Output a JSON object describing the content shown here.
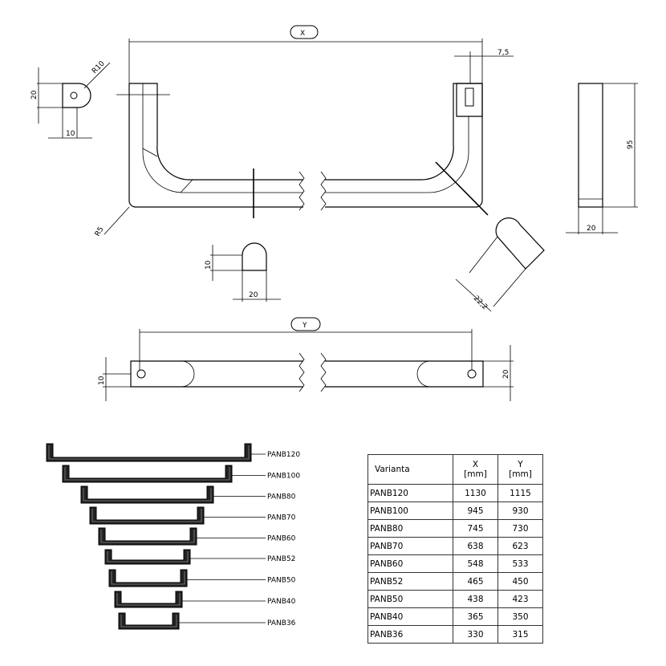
{
  "dimensions": {
    "x_label": "X",
    "y_label": "Y",
    "r10": "R10",
    "d20_left": "20",
    "d10_left": "10",
    "d7_5": "7,5",
    "r5": "R5",
    "d95": "95",
    "d20_side": "20",
    "d10_section": "10",
    "d20_section": "20",
    "d22_2": "22,2",
    "d10_top": "10",
    "d20_top": "20"
  },
  "profiles": [
    "PANB120",
    "PANB100",
    "PANB80",
    "PANB70",
    "PANB60",
    "PANB52",
    "PANB50",
    "PANB40",
    "PANB36"
  ],
  "table": {
    "headers": [
      "Varianta",
      "X",
      "[mm]",
      "Y",
      "[mm]"
    ],
    "rows": [
      [
        "PANB120",
        "1130",
        "1115"
      ],
      [
        "PANB100",
        "945",
        "930"
      ],
      [
        "PANB80",
        "745",
        "730"
      ],
      [
        "PANB70",
        "638",
        "623"
      ],
      [
        "PANB60",
        "548",
        "533"
      ],
      [
        "PANB52",
        "465",
        "450"
      ],
      [
        "PANB50",
        "438",
        "423"
      ],
      [
        "PANB40",
        "365",
        "350"
      ],
      [
        "PANB36",
        "330",
        "315"
      ]
    ]
  }
}
